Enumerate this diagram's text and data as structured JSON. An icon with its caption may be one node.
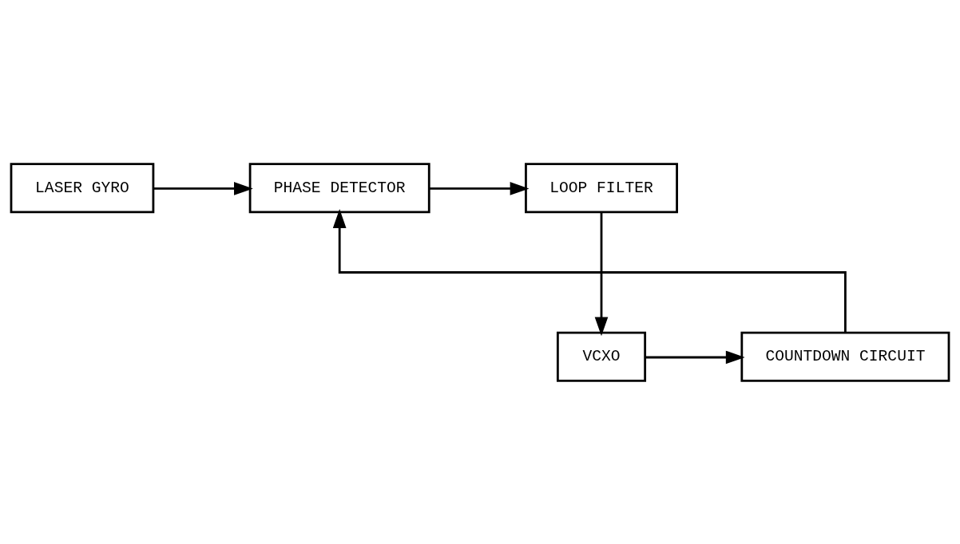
{
  "diagram": {
    "nodes": [
      {
        "text": [
          "LASER GYRO"
        ]
      },
      {
        "text": [
          "PHASE DETECTOR"
        ]
      },
      {
        "text": [
          "LOOP FILTER"
        ]
      },
      {
        "text": [
          "VCXO"
        ]
      },
      {
        "text": [
          "COUNTDOWN CIRCUIT"
        ]
      }
    ],
    "edges": [
      {
        "from": 0,
        "to": 1,
        "arrow": "to"
      },
      {
        "from": 1,
        "to": 2,
        "arrow": "to"
      },
      {
        "from": 2,
        "to": 3,
        "arrow": "to"
      },
      {
        "from": 3,
        "to": 4,
        "arrow": "to"
      },
      {
        "from": 4,
        "to": 1,
        "arrow": "to"
      }
    ]
  }
}
